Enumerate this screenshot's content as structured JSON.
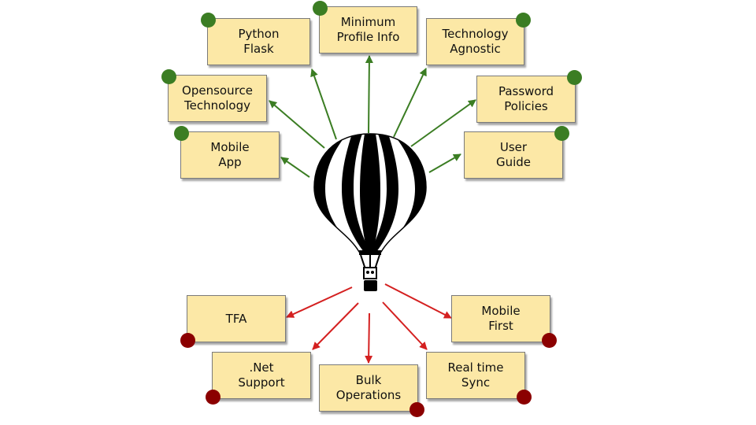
{
  "colors": {
    "note_fill": "#fce8a6",
    "pin_green": "#3b7d23",
    "pin_red": "#8b0000",
    "arrow_green": "#3b7d23",
    "arrow_red": "#d42020"
  },
  "balloon_icon": "hot-air-balloon-icon",
  "top_notes": [
    {
      "id": "python-flask",
      "line1": "Python",
      "line2": "Flask"
    },
    {
      "id": "minimum-profile-info",
      "line1": "Minimum",
      "line2": "Profile Info"
    },
    {
      "id": "technology-agnostic",
      "line1": "Technology",
      "line2": "Agnostic"
    },
    {
      "id": "opensource-technology",
      "line1": "Opensource",
      "line2": "Technology"
    },
    {
      "id": "password-policies",
      "line1": "Password",
      "line2": "Policies"
    },
    {
      "id": "mobile-app",
      "line1": "Mobile",
      "line2": "App"
    },
    {
      "id": "user-guide",
      "line1": "User",
      "line2": "Guide"
    }
  ],
  "bottom_notes": [
    {
      "id": "tfa",
      "line1": "TFA",
      "line2": ""
    },
    {
      "id": "mobile-first",
      "line1": "Mobile",
      "line2": "First"
    },
    {
      "id": "net-support",
      "line1": ".Net",
      "line2": "Support"
    },
    {
      "id": "bulk-operations",
      "line1": "Bulk",
      "line2": "Operations"
    },
    {
      "id": "real-time-sync",
      "line1": "Real time",
      "line2": "Sync"
    }
  ]
}
